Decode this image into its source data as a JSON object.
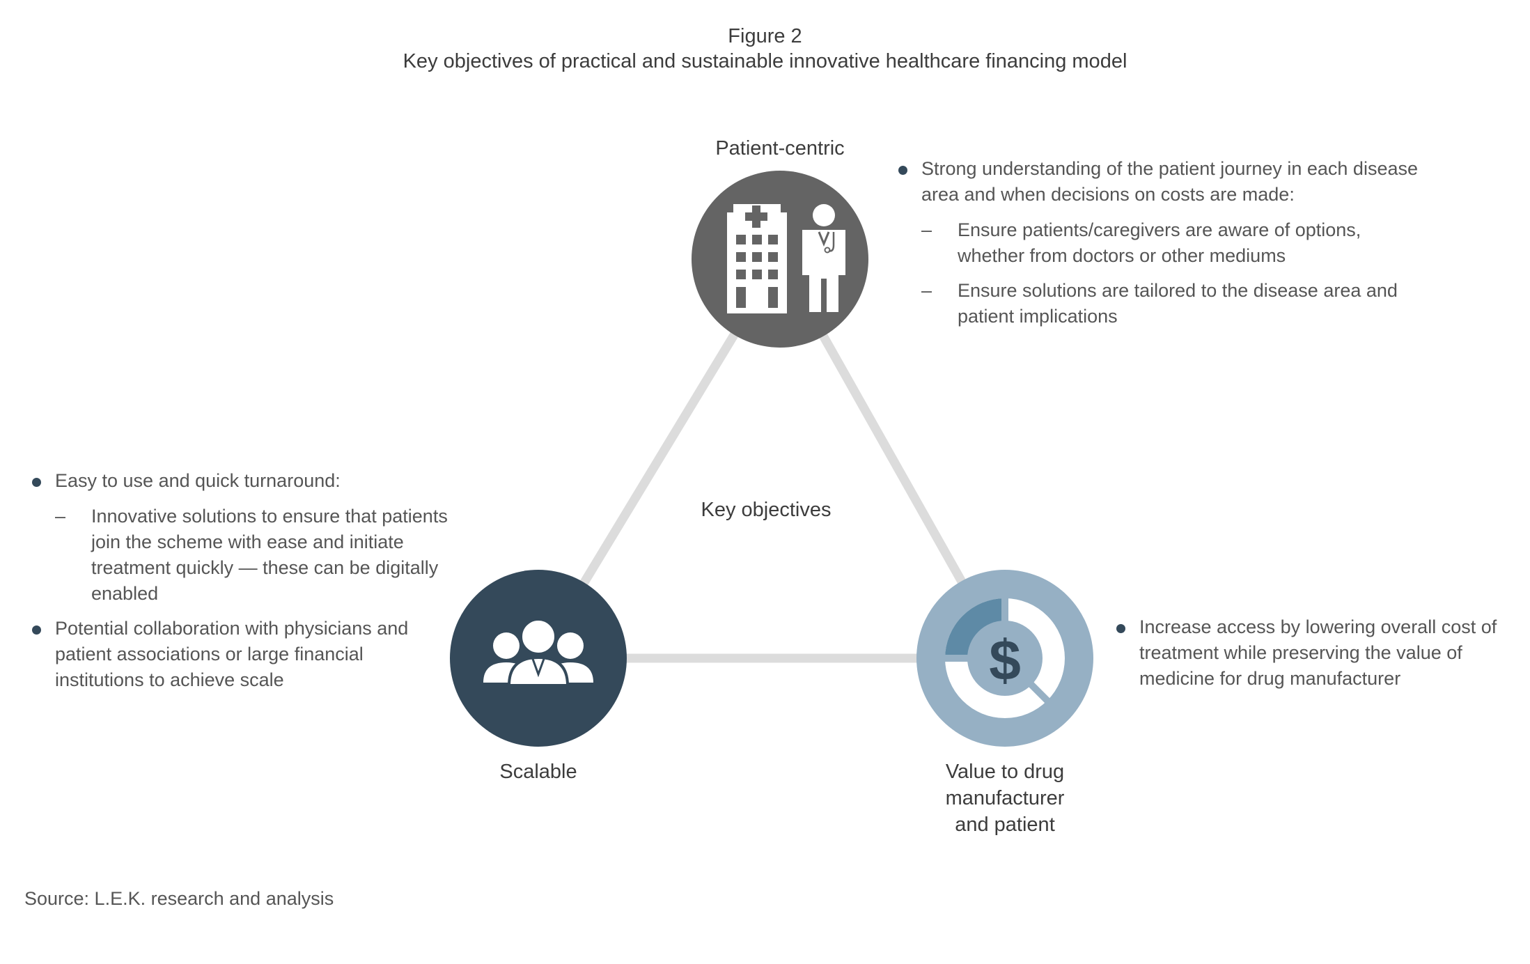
{
  "figure": {
    "label": "Figure 2",
    "title": "Key objectives of practical and sustainable innovative healthcare financing model"
  },
  "center_label": "Key objectives",
  "nodes": {
    "patient_centric": {
      "label": "Patient-centric",
      "icon": "hospital-doctor-icon",
      "color": "#646464",
      "bullets": [
        {
          "text": "Strong understanding of the patient journey in each disease area and when decisions on costs are made:",
          "sub": [
            "Ensure patients/caregivers are aware of options, whether from doctors or other mediums",
            "Ensure solutions are tailored to the disease area and patient implications"
          ]
        }
      ]
    },
    "scalable": {
      "label": "Scalable",
      "icon": "people-group-icon",
      "color": "#34495a",
      "bullets": [
        {
          "text": "Easy to use and quick turnaround:",
          "sub": [
            "Innovative solutions to ensure that patients join the scheme with ease and initiate treatment quickly — these can be digitally enabled"
          ]
        },
        {
          "text": "Potential collaboration with physicians and patient associations or large financial institutions to achieve scale",
          "sub": []
        }
      ]
    },
    "value": {
      "label_lines": [
        "Value to drug",
        "manufacturer",
        "and patient"
      ],
      "icon": "dollar-donut-icon",
      "color": "#96b0c4",
      "bullets": [
        {
          "text": "Increase access by lowering overall cost of treatment while preserving the value of medicine for drug manufacturer",
          "sub": []
        }
      ]
    }
  },
  "dash_glyph": "–",
  "source": "Source: L.E.K. research and analysis"
}
